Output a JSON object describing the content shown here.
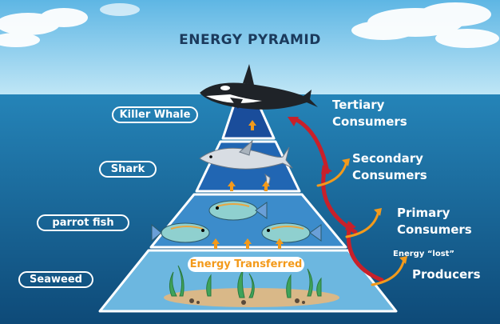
{
  "title": "ENERGY PYRAMID",
  "organisms": {
    "tier4": "Killer Whale",
    "tier3": "Shark",
    "tier2": "parrot fish",
    "tier1": "Seaweed"
  },
  "levels": {
    "tertiary_1": "Tertiary",
    "tertiary_2": "Consumers",
    "secondary_1": "Secondary",
    "secondary_2": "Consumers",
    "primary_1": "Primary",
    "primary_2": "Consumers",
    "producers": "Producers"
  },
  "energy_lost": "Energy “lost”",
  "energy_transferred": "Energy Transferred",
  "colors": {
    "sky": "#9fd4ee",
    "ocean": "#1d6a97",
    "tier_top": "#1d4f9e",
    "tier_3": "#1f64b4",
    "tier_2": "#3a8bcc",
    "tier_1": "#6db8e2",
    "red_arrow": "#c8202a",
    "orange_arrow": "#f39a1b"
  }
}
